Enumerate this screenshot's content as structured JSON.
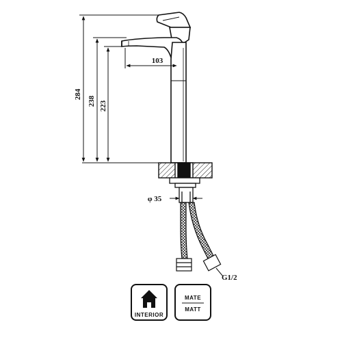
{
  "dimensions": {
    "total_height": "284",
    "spout_top_height": "238",
    "spout_outlet_height": "223",
    "spout_reach": "103",
    "hole_diameter": "φ 35",
    "hose_thread": "G1/2"
  },
  "badges": {
    "interior": {
      "icon": "house-icon",
      "label": "INTERIOR"
    },
    "finish": {
      "line1": "MATE",
      "line2": "MATT"
    }
  },
  "colors": {
    "line": "#111111",
    "background": "#ffffff"
  }
}
